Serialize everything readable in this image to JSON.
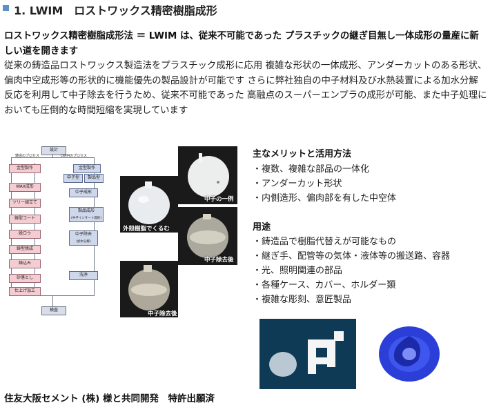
{
  "header": {
    "title": "1. LWIM　ロストワックス精密樹脂成形"
  },
  "lead": "ロストワックス精密樹脂成形法 ＝ LWIM は、従来不可能であった プラスチックの継ぎ目無し一体成形の量産に新しい道を開きます",
  "body": "従来の鋳造品ロストワックス製造法をプラスチック成形に応用 複雑な形状の一体成形、アンダーカットのある形状、偏肉中空成形等の形状的に機能優先の製品設計が可能です さらに弊社独自の中子材料及び水熱装置による加水分解反応を利用して中子除去を行うため、従来不可能であった 高融点のスーパーエンプラの成形が可能、また中子処理においても圧倒的な時間短縮を実現しています",
  "flow": {
    "top": "設計",
    "label_casting": "鋳造のプロセス",
    "label_lwim": "LWIMのプロセス",
    "casting_steps": [
      "金型製作",
      "WAX成形",
      "ツリー組立て",
      "鋳型コート",
      "脱ロウ",
      "鋳型焼成",
      "鋳込み",
      "砂落とし",
      "仕上げ加工"
    ],
    "lwim_top": "金型製作",
    "lwim_split": [
      "中子型",
      "製品型"
    ],
    "lwim_steps": [
      "中子成形",
      "製品成形",
      "(中子インサート成形)",
      "中子除去",
      "(加水分解)",
      "洗浄"
    ],
    "bottom": "検査"
  },
  "photos": {
    "cap1": "中子の一例",
    "cap2": "外殻樹脂でくるむ",
    "cap3": "中子除去後",
    "cap4": "中子除去後"
  },
  "merits": {
    "heading": "主なメリットと活用方法",
    "items": [
      "・複数、複雑な部品の一体化",
      "・アンダーカット形状",
      "・内側造形、偏肉部を有した中空体"
    ]
  },
  "uses": {
    "heading": "用途",
    "items": [
      "・鋳造品で樹脂代替えが可能なもの",
      "・継ぎ手、配管等の気体・液体等の搬送路、容器",
      "・光、照明関連の部品",
      "・各種ケース、カバー、ホルダー類",
      "・複雑な彫刻、意匠製品"
    ]
  },
  "footer": "住友大阪セメント (株) 様と共同開発　特許出願済",
  "colors": {
    "accent": "#5d8fc9",
    "pink_box": "#f3cdd2",
    "blue_box": "#cfd7ea",
    "blue_part": "#2b3fd8"
  }
}
